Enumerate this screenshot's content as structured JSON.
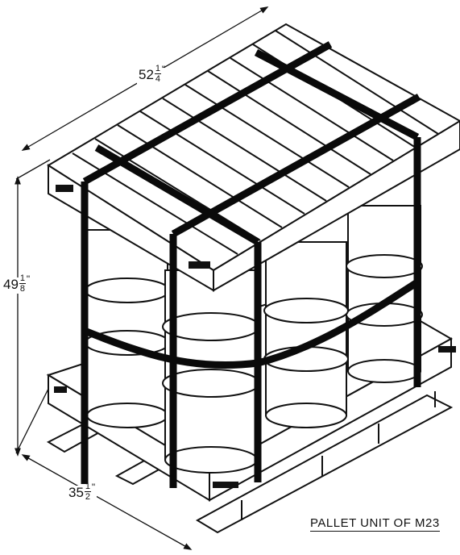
{
  "colors": {
    "ink": "#111111",
    "paper": "#ffffff",
    "strap": "#0a0a0a"
  },
  "dimensions": {
    "length": {
      "whole": "52",
      "num": "1",
      "den": "4",
      "unit": "\""
    },
    "height": {
      "whole": "49",
      "num": "1",
      "den": "8",
      "unit": "\""
    },
    "width": {
      "whole": "35",
      "num": "1",
      "den": "2",
      "unit": "\""
    }
  },
  "caption": {
    "text": "PALLET UNIT OF M23"
  }
}
